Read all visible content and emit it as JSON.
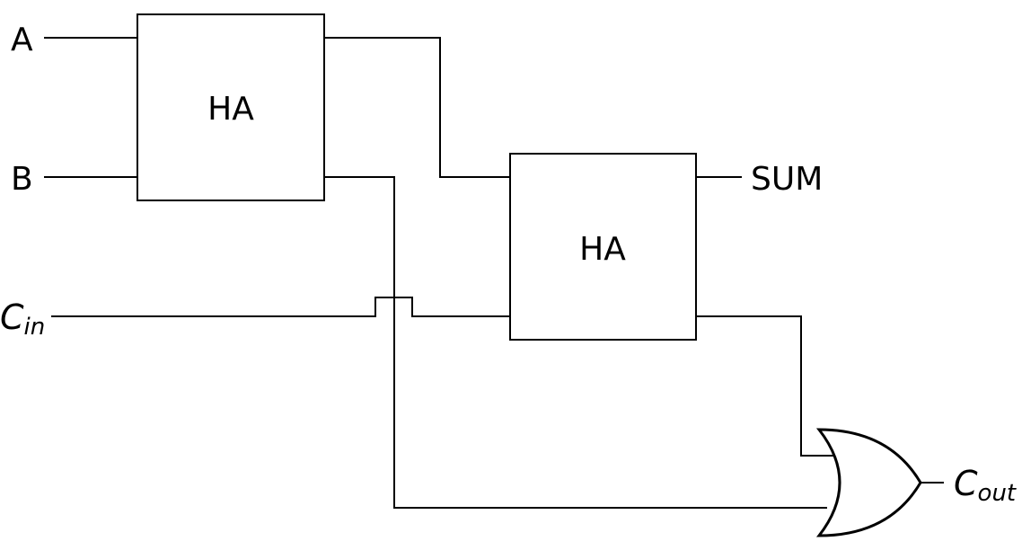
{
  "diagram": {
    "type": "full-adder-circuit",
    "inputs": {
      "a": "A",
      "b": "B",
      "cin_main": "C",
      "cin_sub": "in"
    },
    "outputs": {
      "sum": "SUM",
      "cout_main": "C",
      "cout_sub": "out"
    },
    "blocks": {
      "ha1": "HA",
      "ha2": "HA"
    },
    "gate": {
      "type": "OR",
      "icon": "or-gate-icon"
    }
  }
}
